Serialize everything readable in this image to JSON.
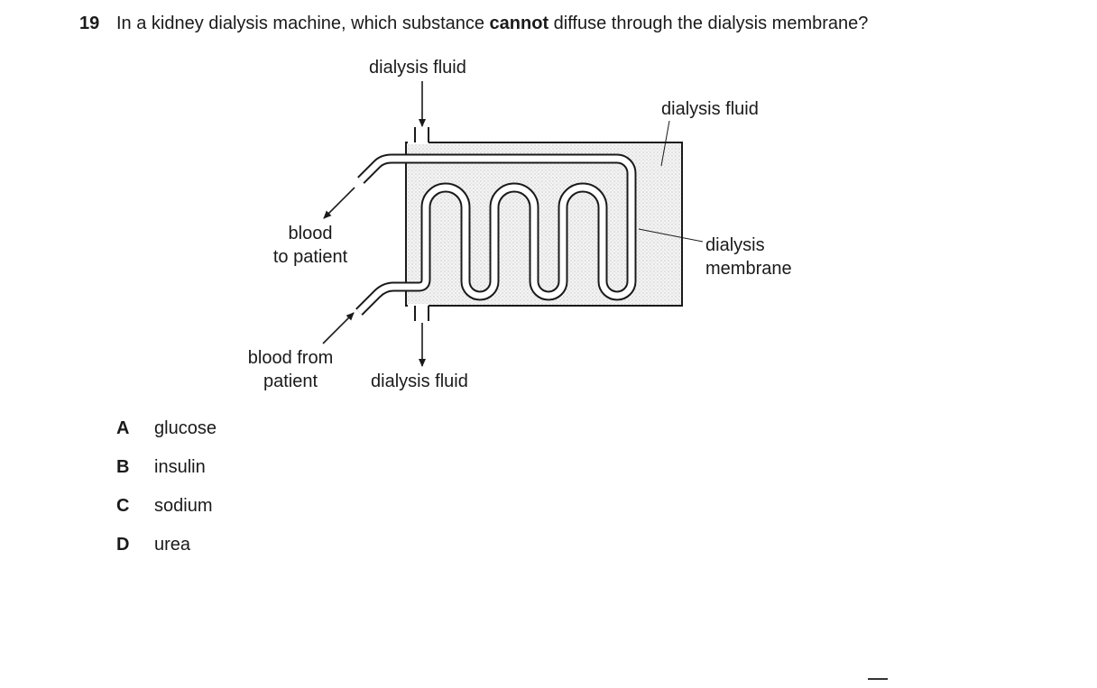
{
  "question": {
    "number": "19",
    "text_before": "In a kidney dialysis machine, which substance ",
    "text_bold": "cannot",
    "text_after": " diffuse through the dialysis membrane?"
  },
  "diagram": {
    "labels": {
      "fluid_in": "dialysis fluid",
      "fluid_right": "dialysis fluid",
      "membrane_line1": "dialysis",
      "membrane_line2": "membrane",
      "blood_to_line1": "blood",
      "blood_to_line2": "to patient",
      "blood_from_line1": "blood from",
      "blood_from_line2": "patient",
      "fluid_out": "dialysis fluid"
    }
  },
  "options": [
    {
      "letter": "A",
      "text": "glucose"
    },
    {
      "letter": "B",
      "text": "insulin"
    },
    {
      "letter": "C",
      "text": "sodium"
    },
    {
      "letter": "D",
      "text": "urea"
    }
  ]
}
